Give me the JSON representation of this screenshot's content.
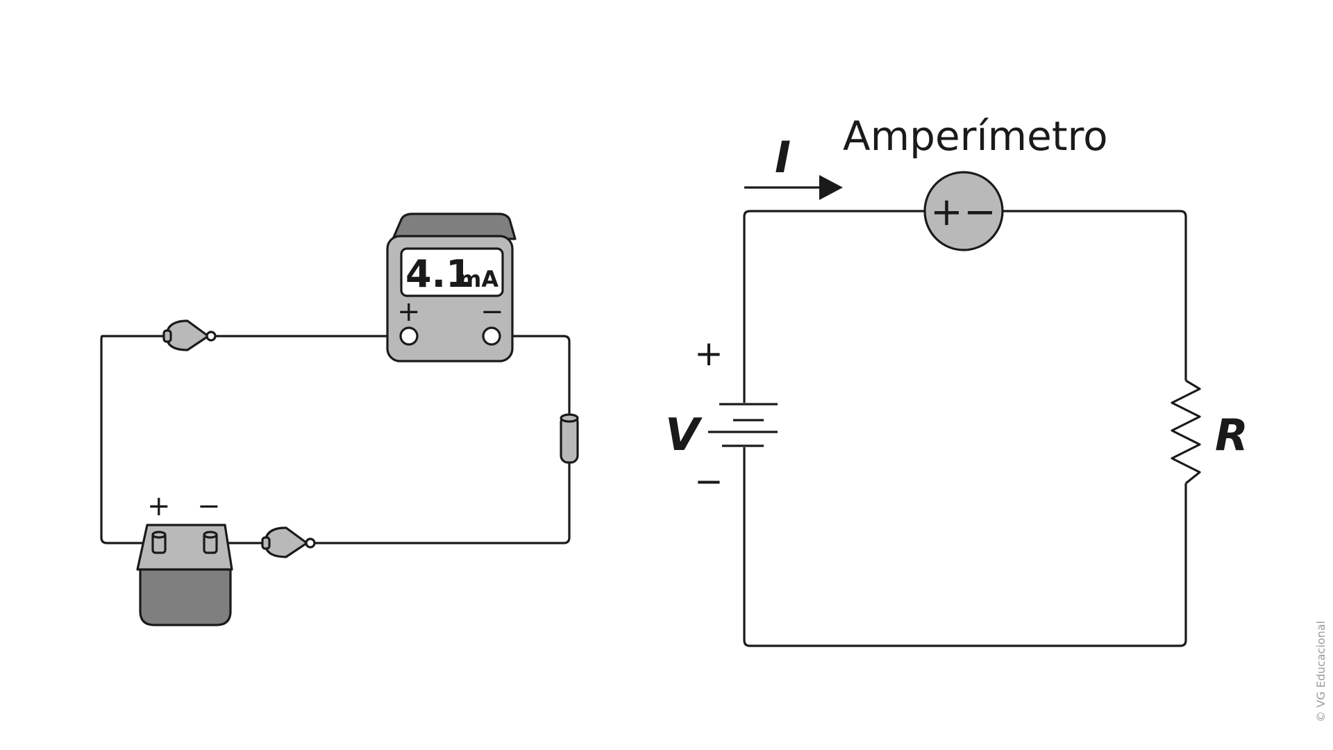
{
  "pictorial_circuit": {
    "meter_reading": "4.1",
    "meter_unit": "mA",
    "meter_plus": "+",
    "meter_minus": "−",
    "battery_plus": "+",
    "battery_minus": "−"
  },
  "schematic": {
    "current_label": "I",
    "ammeter_label": "Amperímetro",
    "ammeter_symbol_plus": "+",
    "ammeter_symbol_minus": "−",
    "source_label": "V",
    "source_plus": "+",
    "source_minus": "−",
    "resistor_label": "R"
  },
  "credit": "© VG Educacional",
  "colors": {
    "line": "#1a1a1a",
    "body_light": "#b9b9b9",
    "body_dark": "#7f7f7f",
    "screen": "#ffffff"
  }
}
